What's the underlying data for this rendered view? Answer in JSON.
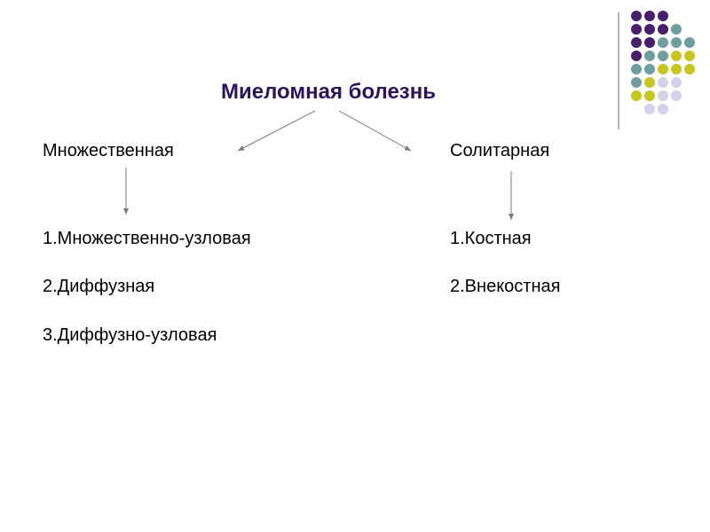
{
  "title": "Миеломная болезнь",
  "left": {
    "heading": "Множественная",
    "items": [
      "1.Множественно-узловая",
      "2.Диффузная",
      "3.Диффузно-узловая"
    ]
  },
  "right": {
    "heading": "Солитарная",
    "items": [
      "1.Костная",
      "2.Внекостная"
    ]
  },
  "colors": {
    "title": "#2b1360",
    "arrow": "#7a7a7a",
    "dot_purple": "#4a1e6e",
    "dot_teal": "#6f9ea0",
    "dot_yellow": "#c6c61e",
    "dot_lavender": "#d4d2e8",
    "divider": "#b3b3b3"
  },
  "decor_dots": [
    [
      "purple",
      "purple",
      "purple",
      "",
      ""
    ],
    [
      "purple",
      "purple",
      "purple",
      "teal",
      ""
    ],
    [
      "purple",
      "purple",
      "teal",
      "teal",
      "teal"
    ],
    [
      "purple",
      "teal",
      "teal",
      "yellow",
      "yellow"
    ],
    [
      "teal",
      "teal",
      "yellow",
      "yellow",
      "yellow"
    ],
    [
      "teal",
      "yellow",
      "lavender",
      "lavender",
      ""
    ],
    [
      "yellow",
      "yellow",
      "lavender",
      "lavender",
      ""
    ],
    [
      "",
      "lavender",
      "lavender",
      "",
      ""
    ]
  ]
}
